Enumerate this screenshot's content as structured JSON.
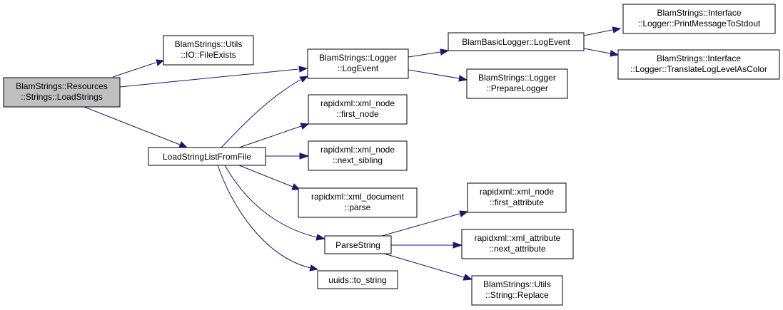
{
  "nodes": {
    "load_strings": [
      "BlamStrings::Resources",
      "::Strings::LoadStrings"
    ],
    "file_exists": [
      "BlamStrings::Utils",
      "::IO::FileExists"
    ],
    "logger_logevent": [
      "BlamStrings::Logger",
      "::LogEvent"
    ],
    "basic_logevent": [
      "BlamBasicLogger::LogEvent"
    ],
    "print_stdout": [
      "BlamStrings::Interface",
      "::Logger::PrintMessageToStdout"
    ],
    "translate_color": [
      "BlamStrings::Interface",
      "::Logger::TranslateLogLevelAsColor"
    ],
    "prepare_logger": [
      "BlamStrings::Logger",
      "::PrepareLogger"
    ],
    "load_list": [
      "LoadStringListFromFile"
    ],
    "first_node": [
      "rapidxml::xml_node",
      "::first_node"
    ],
    "next_sibling": [
      "rapidxml::xml_node",
      "::next_sibling"
    ],
    "doc_parse": [
      "rapidxml::xml_document",
      "::parse"
    ],
    "parse_string": [
      "ParseString"
    ],
    "to_string": [
      "uuids::to_string"
    ],
    "first_attribute": [
      "rapidxml::xml_node",
      "::first_attribute"
    ],
    "next_attribute": [
      "rapidxml::xml_attribute",
      "::next_attribute"
    ],
    "replace": [
      "BlamStrings::Utils",
      "::String::Replace"
    ]
  },
  "colors": {
    "edge": "#191970",
    "root_fill": "#bfbfbf",
    "node_fill": "#ffffff"
  }
}
